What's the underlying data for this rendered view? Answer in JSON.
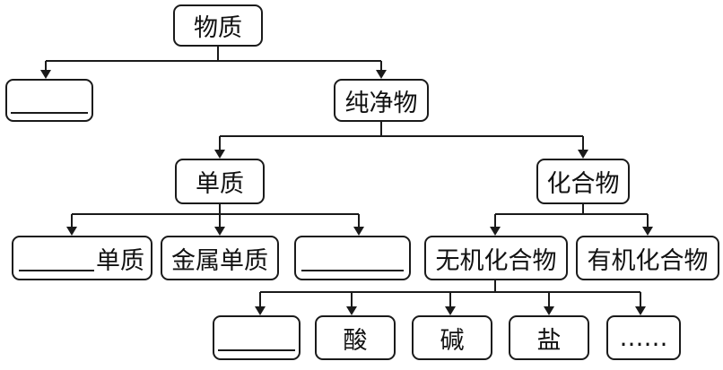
{
  "diagram": {
    "root": {
      "label": "物质"
    },
    "mixture": {
      "label": ""
    },
    "pure": {
      "label": "纯净物"
    },
    "element": {
      "label": "单质"
    },
    "compound": {
      "label": "化合物"
    },
    "nonmetal": {
      "suffix": "单质"
    },
    "metal": {
      "label": "金属单质"
    },
    "noble": {
      "label": ""
    },
    "inorganic": {
      "label": "无机化合物"
    },
    "organic": {
      "label": "有机化合物"
    },
    "oxide": {
      "label": ""
    },
    "acid": {
      "label": "酸"
    },
    "base": {
      "label": "碱"
    },
    "salt": {
      "label": "盐"
    },
    "more": {
      "label": "……"
    }
  }
}
